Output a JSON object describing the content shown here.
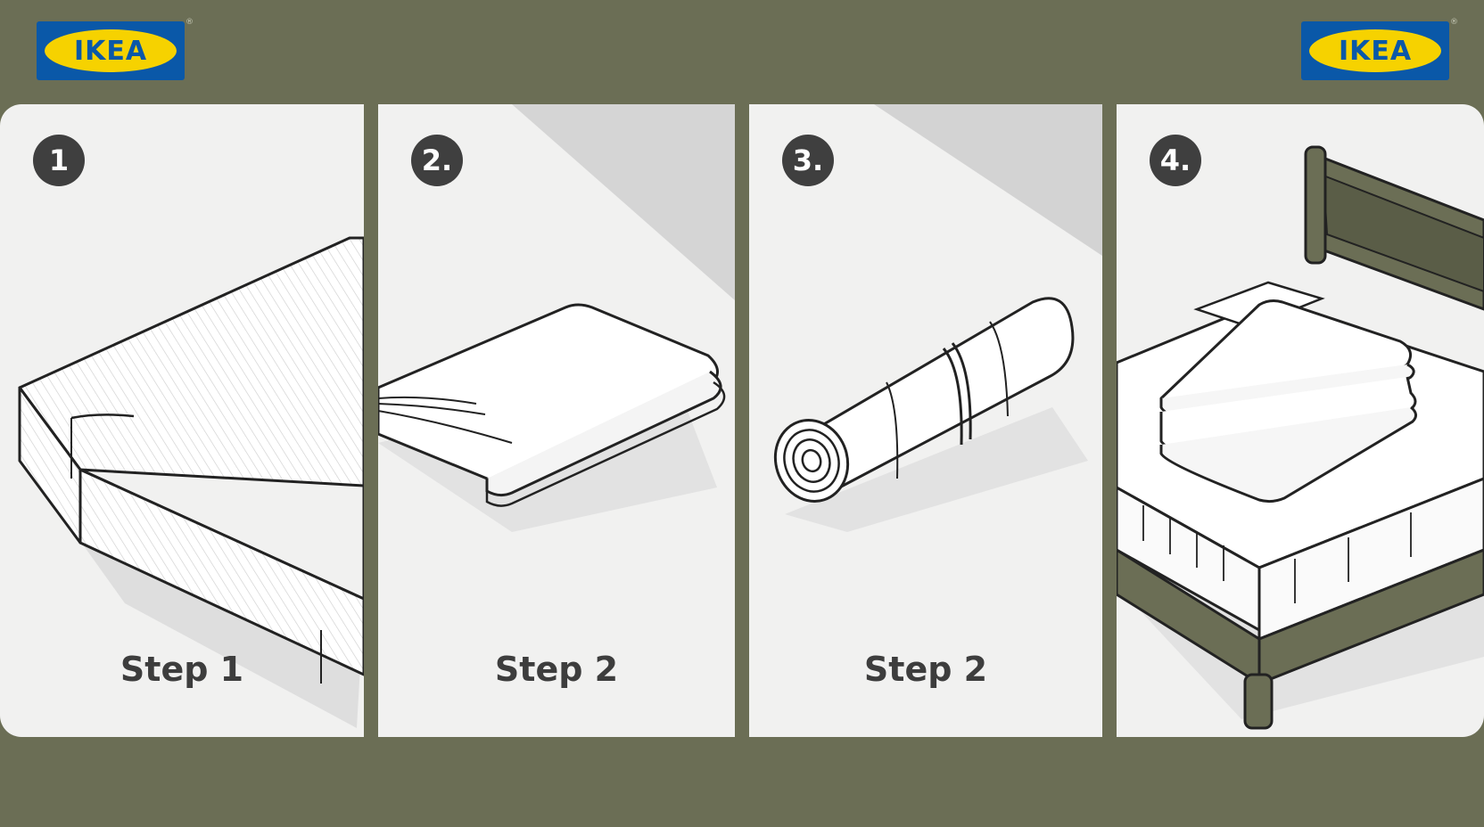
{
  "brand": {
    "logo_text_left": "IKEA",
    "logo_text_right": "IKEA",
    "registered_mark": "®",
    "brand_blue": "#0a58a8",
    "brand_yellow": "#f6d200"
  },
  "colors": {
    "background_olive": "#6b6e55",
    "panel_bg": "#f1f1f0",
    "badge_bg": "#3f3f3f",
    "bed_frame": "#6b6e55"
  },
  "steps": [
    {
      "badge": "1",
      "caption": "Step 1",
      "illustration": "striped-mattress"
    },
    {
      "badge": "2.",
      "caption": "Step 2",
      "illustration": "folded-sheet"
    },
    {
      "badge": "3.",
      "caption": "Step 2",
      "illustration": "rolled-sheet"
    },
    {
      "badge": "4.",
      "caption": "",
      "illustration": "bed-with-folded-sheets"
    }
  ]
}
